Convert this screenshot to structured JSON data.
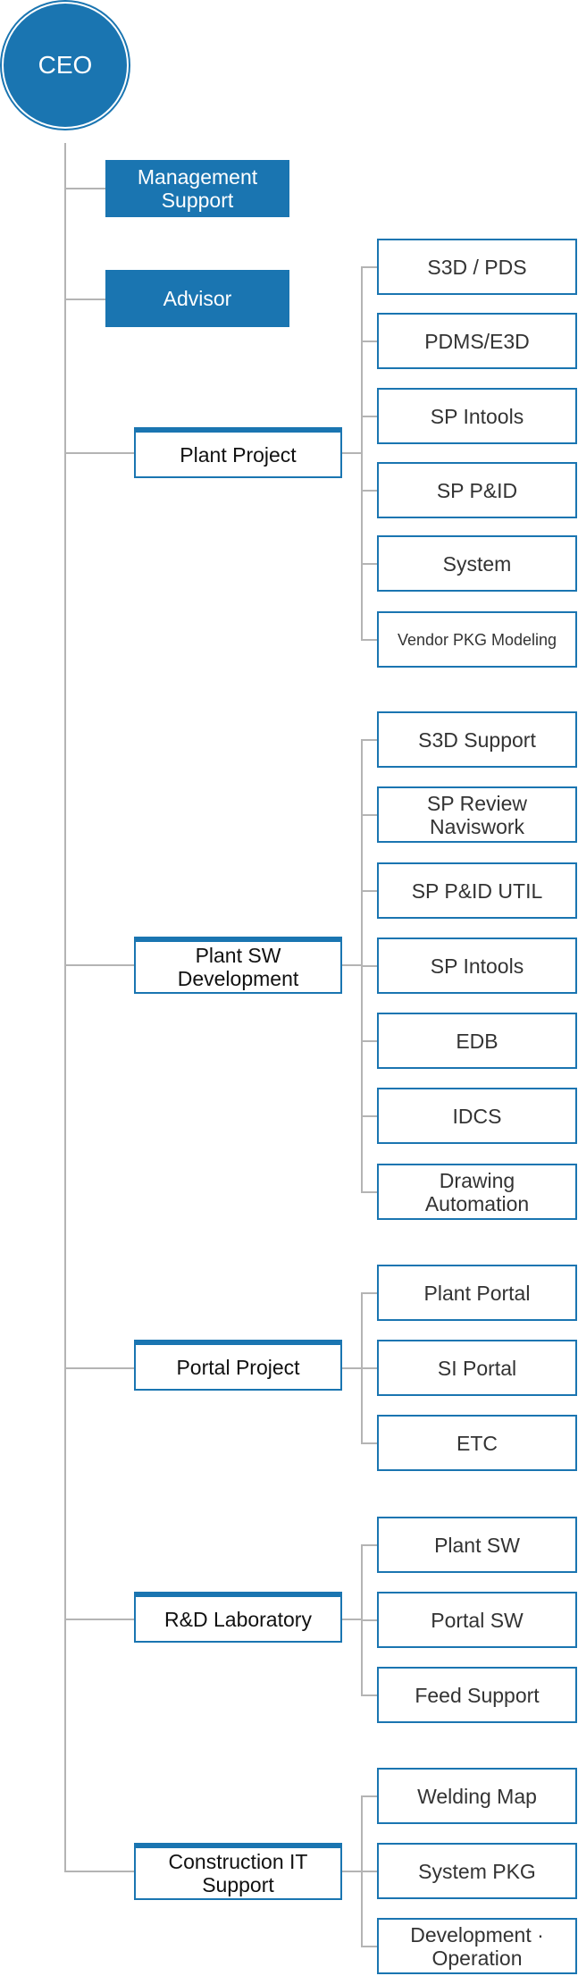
{
  "ceo": "CEO",
  "staff": [
    "Management\nSupport",
    "Advisor"
  ],
  "departments": [
    {
      "name": "Plant Project",
      "units": [
        "S3D / PDS",
        "PDMS/E3D",
        "SP Intools",
        "SP P&ID",
        "System",
        "Vendor PKG Modeling"
      ]
    },
    {
      "name": "Plant SW\nDevelopment",
      "units": [
        "S3D Support",
        "SP Review\nNaviswork",
        "SP P&ID UTIL",
        "SP Intools",
        "EDB",
        "IDCS",
        "Drawing\nAutomation"
      ]
    },
    {
      "name": "Portal Project",
      "units": [
        "Plant Portal",
        "SI Portal",
        "ETC"
      ]
    },
    {
      "name": "R&D Laboratory",
      "units": [
        "Plant SW",
        "Portal SW",
        "Feed Support"
      ]
    },
    {
      "name": "Construction IT\nSupport",
      "units": [
        "Welding Map",
        "System PKG",
        "Development ·\nOperation"
      ]
    }
  ]
}
